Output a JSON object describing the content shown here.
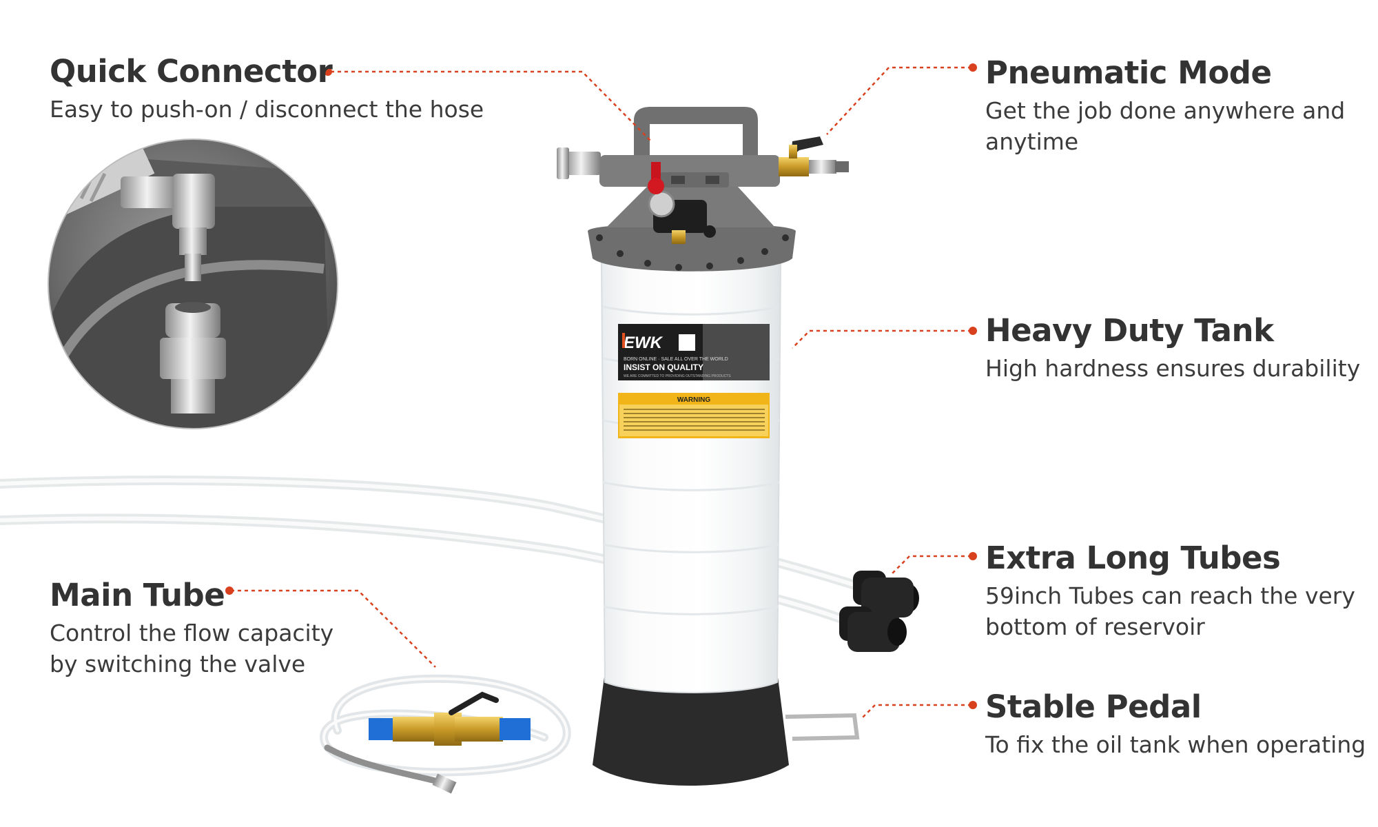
{
  "features": {
    "quick_connector": {
      "title": "Quick Connector",
      "desc": "Easy to push-on / disconnect the hose"
    },
    "pneumatic_mode": {
      "title": "Pneumatic Mode",
      "desc": "Get the job done anywhere and anytime"
    },
    "heavy_duty_tank": {
      "title": "Heavy Duty Tank",
      "desc": "High hardness ensures durability"
    },
    "extra_long_tubes": {
      "title": "Extra Long Tubes",
      "desc": "59inch Tubes can reach the very bottom of reservoir"
    },
    "main_tube": {
      "title": "Main Tube",
      "desc": "Control the flow capacity by switching the valve"
    },
    "stable_pedal": {
      "title": "Stable Pedal",
      "desc": "To fix the oil tank when operating"
    }
  },
  "product_label": {
    "brand": "EWK",
    "line1": "BORN ONLINE · SALE ALL OVER THE WORLD",
    "slogan": "INSIST ON QUALITY",
    "line3": "WE ARE COMMITTED TO PROVIDING OUTSTANDING PRODUCTS"
  },
  "warning_label": {
    "title": "WARNING"
  },
  "colors": {
    "accent": "#d9401e",
    "text": "#333333",
    "tank_cap": "#6e6e6e",
    "base": "#2b2b2b"
  }
}
